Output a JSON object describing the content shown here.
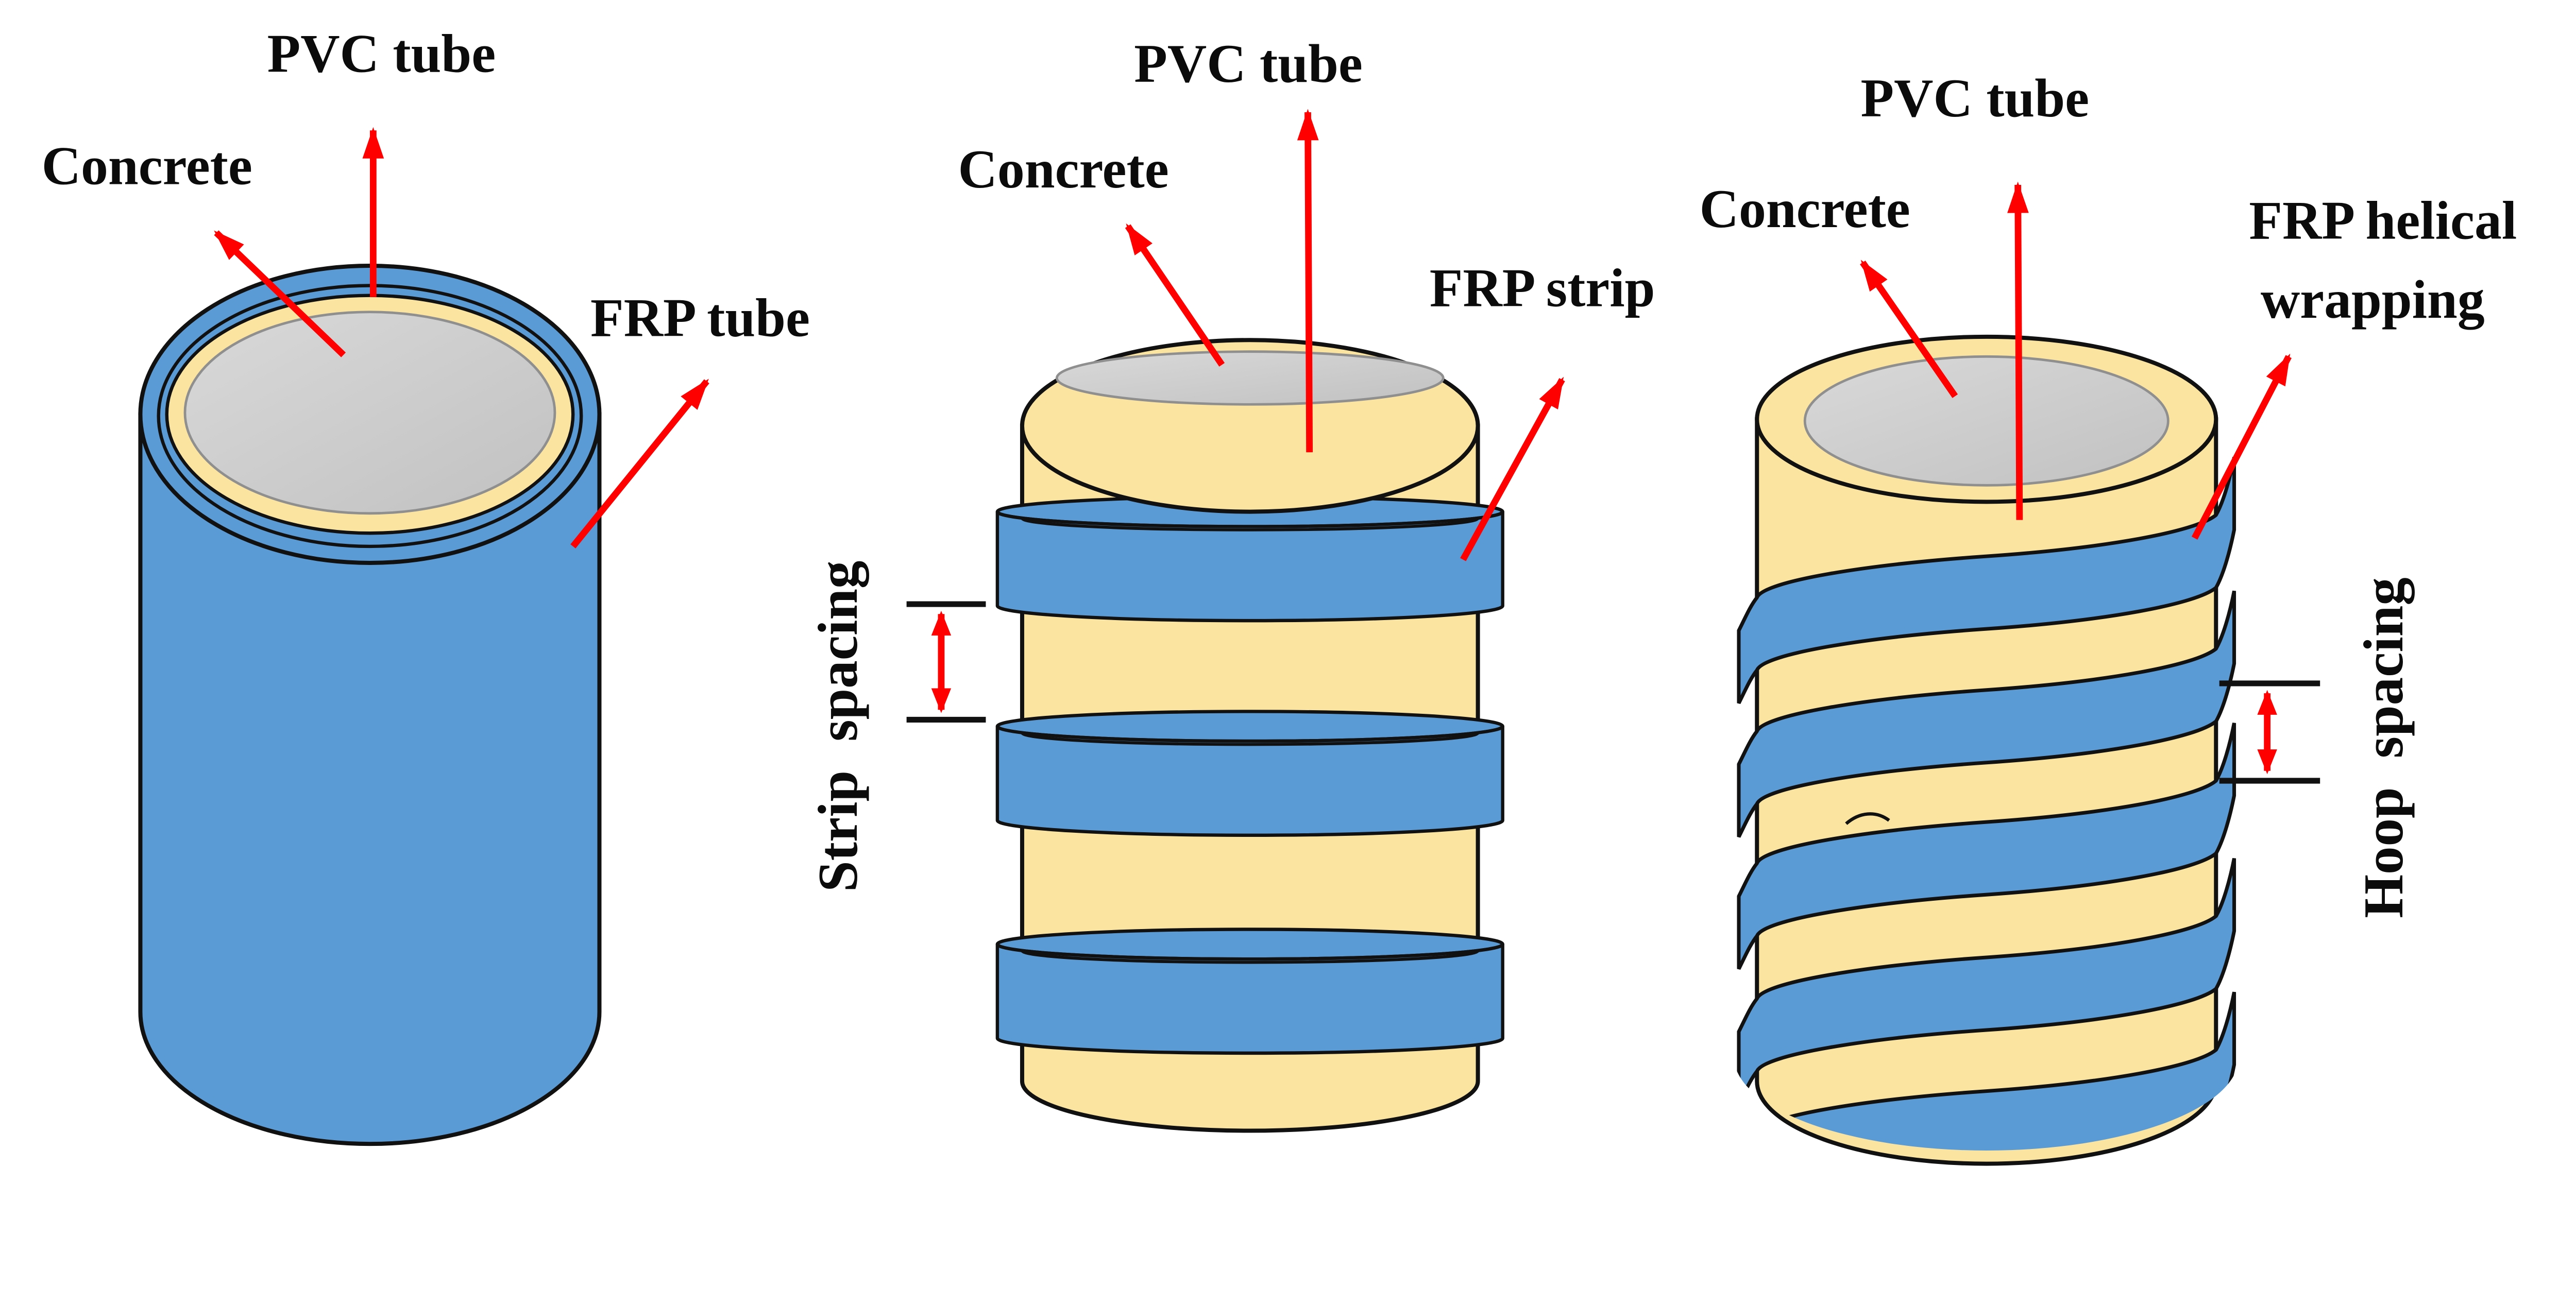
{
  "figure": {
    "background": "#ffffff",
    "colors": {
      "frp_blue": "#5B9BD5",
      "pvc_yellow": "#FBE3A0",
      "concrete_gray_light": "#D9D9D9",
      "concrete_gray_dark": "#C1C1C1",
      "arrow_red": "#FF0000",
      "outline": "#111111"
    },
    "panels": {
      "frp_tube": {
        "labels": {
          "pvc": "PVC tube",
          "concrete": "Concrete",
          "frp": "FRP tube"
        }
      },
      "frp_strip": {
        "labels": {
          "pvc": "PVC tube",
          "concrete": "Concrete",
          "frp": "FRP strip",
          "spacing": "Strip spacing"
        }
      },
      "frp_helical": {
        "labels": {
          "pvc": "PVC tube",
          "concrete": "Concrete",
          "frp_line1": "FRP helical",
          "frp_line2": "wrapping",
          "spacing": "Hoop spacing"
        }
      }
    }
  }
}
